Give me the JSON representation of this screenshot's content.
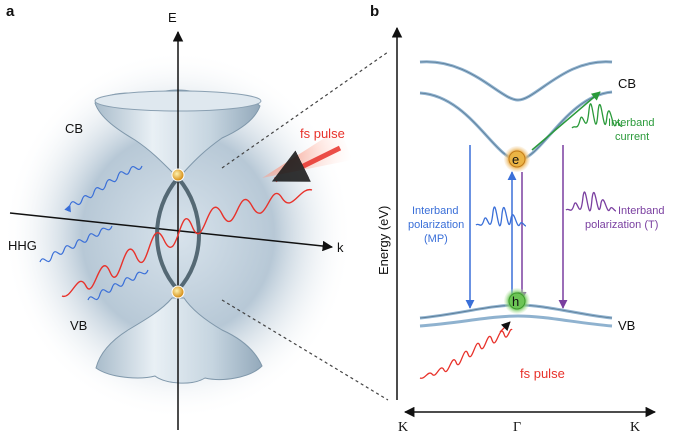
{
  "panel_a": {
    "letter": "a",
    "axis_energy": "E",
    "axis_momentum": "k",
    "conduction_band": "CB",
    "valence_band": "VB",
    "hhg": "HHG",
    "fs_pulse": "fs pulse"
  },
  "panel_b": {
    "letter": "b",
    "y_axis_label": "Energy (eV)",
    "conduction_band": "CB",
    "valence_band": "VB",
    "electron": "e",
    "hole": "h",
    "interband_current_line1": "Interband",
    "interband_current_line2": "current",
    "pol_mp_line1": "Interband",
    "pol_mp_line2": "polarization",
    "pol_mp_line3": "(MP)",
    "pol_t_line1": "Interband",
    "pol_t_line2": "polarization (T)",
    "fs_pulse": "fs pulse",
    "x_tick_left": "K",
    "x_tick_center": "Γ",
    "x_tick_right": "K"
  },
  "colors": {
    "red": "#e8322b",
    "blue": "#3a6fd8",
    "green": "#2a9a3a",
    "purple": "#7a3fa0",
    "band": "#8fb2cf"
  }
}
